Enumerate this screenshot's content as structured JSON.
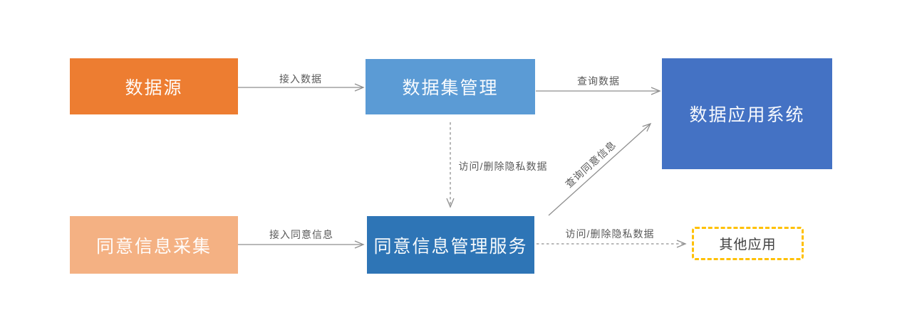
{
  "diagram": {
    "nodes": {
      "datasource": {
        "label": "数据源",
        "color": "#ED7D31"
      },
      "dataset_mgmt": {
        "label": "数据集管理",
        "color": "#5B9BD5"
      },
      "data_app": {
        "label": "数据应用系统",
        "color": "#4472C4"
      },
      "consent_collect": {
        "label": "同意信息采集",
        "color": "#F4B183"
      },
      "consent_mgmt": {
        "label": "同意信息管理服务",
        "color": "#2E75B6"
      },
      "other_app": {
        "label": "其他应用",
        "border_color": "#FFC000"
      }
    },
    "edges": {
      "access_data": {
        "label": "接入数据"
      },
      "query_data": {
        "label": "查询数据"
      },
      "access_delete_private": {
        "label": "访问/删除隐私数据"
      },
      "query_consent": {
        "label": "查询同意信息"
      },
      "access_consent": {
        "label": "接入同意信息"
      },
      "access_delete_private2": {
        "label": "访问/删除隐私数据"
      }
    },
    "line_color": "#8f8f8f"
  }
}
